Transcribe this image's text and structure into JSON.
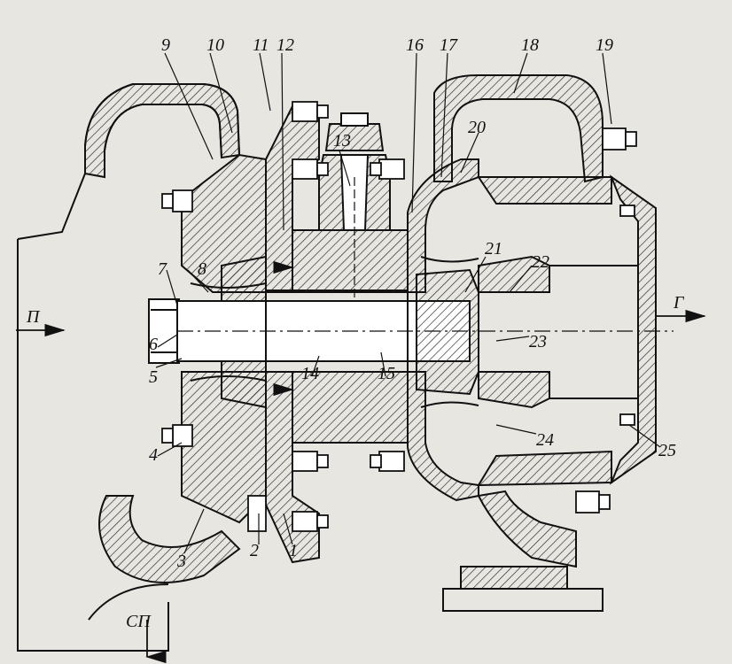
{
  "background_text": {},
  "callouts": {
    "c1": "1",
    "c2": "2",
    "c3": "3",
    "c4": "4",
    "c5": "5",
    "c6": "6",
    "c7": "7",
    "c8": "8",
    "c9": "9",
    "c10": "10",
    "c11": "11",
    "c12": "12",
    "c13": "13",
    "c14": "14",
    "c15": "15",
    "c16": "16",
    "c17": "17",
    "c18": "18",
    "c19": "19",
    "c20": "20",
    "c21": "21",
    "c22": "22",
    "c23": "23",
    "c24": "24",
    "c25": "25"
  },
  "flow_labels": {
    "inlet_left": "П",
    "outlet_right": "Г",
    "bottom": "СП"
  }
}
